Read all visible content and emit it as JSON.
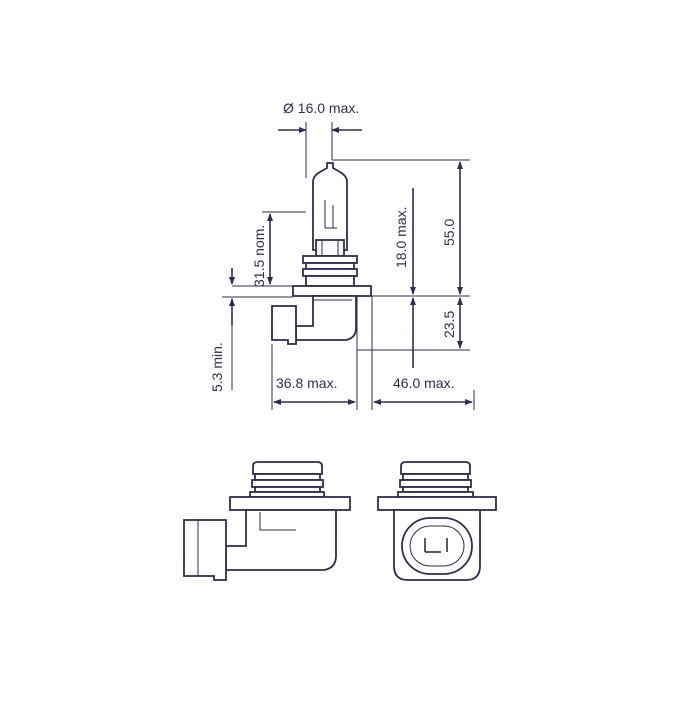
{
  "colors": {
    "line": "#2d2d55",
    "background": "#ffffff"
  },
  "dimensions": {
    "diameter": "Ø 16.0 max.",
    "height_bulb": "31.5 nom.",
    "height_light": "18.0 max.",
    "height_total": "55.0",
    "height_base": "23.5",
    "offset_min": "5.3 min.",
    "width_left": "36.8 max.",
    "width_right": "46.0 max."
  }
}
